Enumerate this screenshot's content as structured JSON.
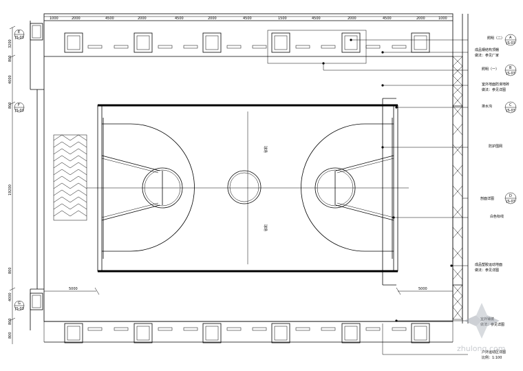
{
  "dimensions": {
    "top": [
      "1000",
      "2000",
      "4500",
      "2000",
      "4500",
      "2000",
      "4500",
      "1500",
      "4500",
      "2000",
      "4500",
      "2000",
      "1000"
    ],
    "left": [
      "3200",
      "800",
      "4000",
      "800",
      "19200",
      "800",
      "4000",
      "800",
      "800"
    ],
    "court_offset_left": "5000",
    "court_offset_right": "5000"
  },
  "court_text": {
    "upper": "球场",
    "lower": "球场"
  },
  "callouts": [
    {
      "id": "1",
      "text": "照明（二）"
    },
    {
      "id": "2",
      "text": "成品钢结构顶棚"
    },
    {
      "id": "3",
      "text": "照明（一）"
    },
    {
      "id": "4",
      "text": "室外地面防滑地砖"
    },
    {
      "id": "5",
      "text": "排水沟"
    },
    {
      "id": "6",
      "text": "防护围网"
    },
    {
      "id": "7",
      "text": "剖面详图"
    },
    {
      "id": "8",
      "text": "白色标线"
    },
    {
      "id": "9",
      "text": "成品塑胶运动地面"
    },
    {
      "id": "10",
      "text": "室外铺装"
    },
    {
      "id": "11",
      "text": "户外运动区详图"
    }
  ],
  "callout_subtext": {
    "2": "做法：参见厂家",
    "4": "做法：参见详图",
    "9": "做法：参见详图",
    "10": "做法：参见详图",
    "11": "比例：1:100"
  },
  "section_markers": [
    {
      "num": "A",
      "sheet": "JS-03"
    },
    {
      "num": "B",
      "sheet": "JS-03"
    },
    {
      "num": "C",
      "sheet": "JS-03"
    },
    {
      "num": "D",
      "sheet": "JS-03"
    },
    {
      "num": "E",
      "sheet": "JS-03"
    },
    {
      "num": "F",
      "sheet": "JS-03"
    },
    {
      "num": "G",
      "sheet": "JS-03"
    }
  ],
  "watermark": "zhulong.com"
}
